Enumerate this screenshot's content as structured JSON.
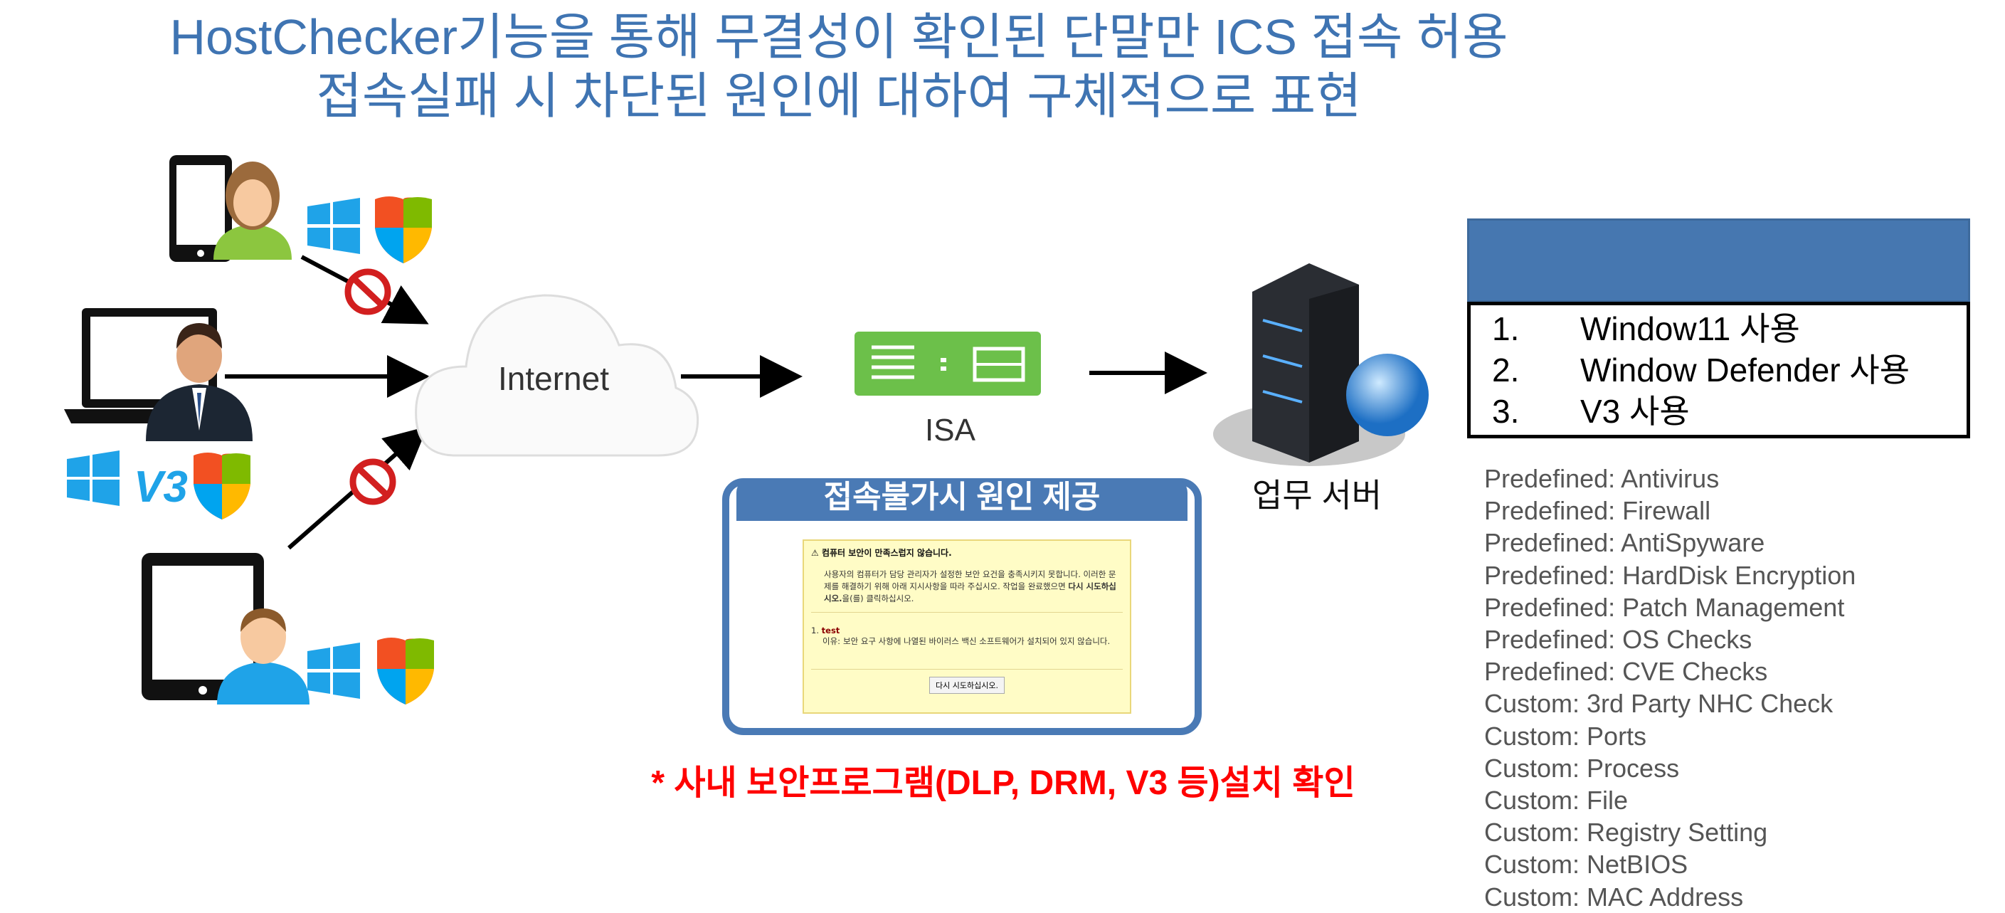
{
  "title": {
    "line1": "HostChecker기능을 통해 무결성이 확인된 단말만 ICS 접속 허용",
    "line2": "접속실패 시 차단된 원인에 대하여 구체적으로 표현"
  },
  "diagram": {
    "cloud_label": "Internet",
    "gateway_label": "ISA",
    "server_label": "업무 서버"
  },
  "requirements": {
    "items": [
      {
        "num": "1.",
        "text": "Window11 사용"
      },
      {
        "num": "2.",
        "text": "Window Defender 사용"
      },
      {
        "num": "3.",
        "text": "V3 사용"
      }
    ]
  },
  "checks": [
    "Predefined: Antivirus",
    "Predefined: Firewall",
    "Predefined: AntiSpyware",
    "Predefined: HardDisk Encryption",
    "Predefined: Patch Management",
    "Predefined: OS Checks",
    "Predefined: CVE Checks",
    "Custom: 3rd Party NHC Check",
    "Custom: Ports",
    "Custom: Process",
    "Custom: File",
    "Custom: Registry Setting",
    "Custom: NetBIOS",
    "Custom: MAC Address"
  ],
  "callout": {
    "heading": "접속불가시 원인 제공",
    "warning_title": "컴퓨터 보안이 만족스럽지 않습니다.",
    "message_pre": "사용자의 컴퓨터가 담당 관리자가 설정한 보안 요건을 충족시키지 못합니다. 이러한 문제를 해결하기 위해 아래 지시사항을 따라 주십시오. 작업을 완료했으면 ",
    "message_bold": "다시 시도하십시오.",
    "message_post": "을(를) 클릭하십시오.",
    "item_num": "1.",
    "item_name": "test",
    "reason_label": "이유:",
    "reason_text": "보안 요구 사항에 나열된 바이러스 백신 소프트웨어가 설치되어 있지 않습니다.",
    "retry_button": "다시 시도하십시오."
  },
  "note": "* 사내 보안프로그램(DLP, DRM, V3 등)설치 확인",
  "colors": {
    "title": "#3f74b2",
    "accent": "#4a7ab5",
    "note": "#ff0000",
    "isa": "#6cc04a"
  }
}
